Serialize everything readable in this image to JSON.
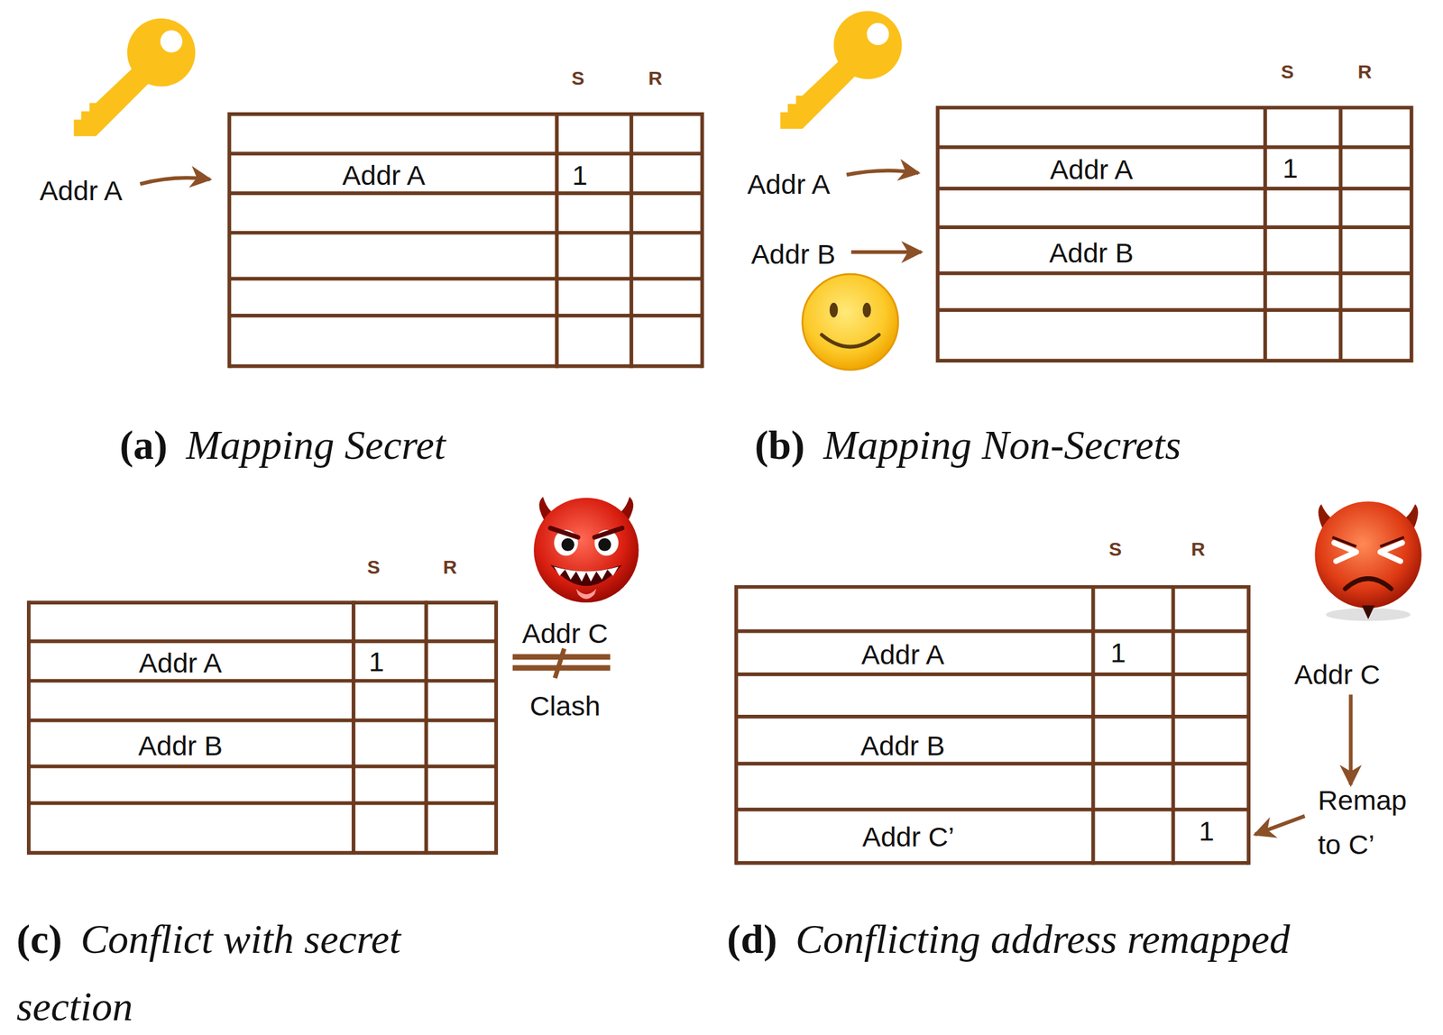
{
  "diagram": {
    "nodes": [
      {
        "text": [
          "S",
          "R",
          "Addr A",
          "1"
        ]
      },
      {
        "text": [
          "S",
          "R",
          "Addr A",
          "1",
          "Addr B"
        ]
      },
      {
        "text": [
          "S",
          "R",
          "Addr A",
          "1",
          "Addr B"
        ]
      },
      {
        "text": [
          "S",
          "R",
          "Addr A",
          "1",
          "Addr B",
          "Addr C’",
          "1"
        ]
      }
    ],
    "labels": [
      "Addr A",
      "(a)",
      "Mapping Secret",
      "Addr A",
      "Addr B",
      "(b)",
      "Mapping Non-Secrets",
      "Addr C",
      "Clash",
      "(c)",
      "Conflict with secret section",
      "Addr C",
      "Remap to C’",
      "(d)",
      "Conflicting address remapped"
    ]
  }
}
